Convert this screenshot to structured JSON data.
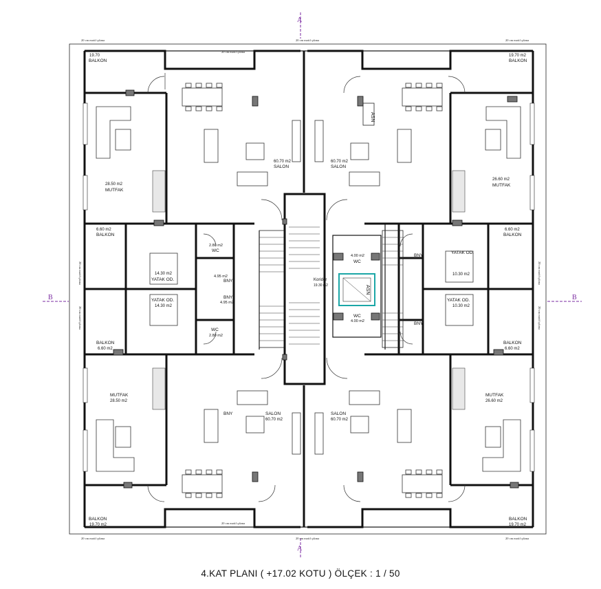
{
  "title": "4.KAT  PLANI ( +17.02 KOTU )  ÖLÇEK : 1 / 50",
  "section_markers": {
    "top": "A",
    "bottom": "A",
    "left": "B",
    "right": "B"
  },
  "edge_notes": {
    "motif": "20 cm motif çıkma"
  },
  "rooms": {
    "tl_balkon": {
      "area": "19.70",
      "name": "BALKON"
    },
    "tr_balkon": {
      "area": "19.70 m2",
      "name": "BALKON"
    },
    "bl_balkon": {
      "area": "19.70 m2",
      "name": "BALKON"
    },
    "br_balkon": {
      "area": "19.70 m2",
      "name": "BALKON"
    },
    "tl_mutfak": {
      "area": "28.50 m2",
      "name": "MUTFAK"
    },
    "tr_mutfak": {
      "area": "26.60 m2",
      "name": "MUTFAK"
    },
    "bl_mutfak": {
      "area": "28.50 m2",
      "name": "MUTFAK"
    },
    "br_mutfak": {
      "area": "26.60 m2",
      "name": "MUTFAK"
    },
    "tl_salon": {
      "area": "60.70 m2",
      "name": "SALON"
    },
    "tr_salon": {
      "area": "60.70 m2",
      "name": "SALON"
    },
    "bl_salon": {
      "area": "60.70 m2",
      "name": "SALON"
    },
    "br_salon": {
      "area": "60.70 m2",
      "name": "SALON"
    },
    "tl_smallbalkon": {
      "area": "6.60 m2",
      "name": "BALKON"
    },
    "tr_smallbalkon": {
      "area": "6.60 m2",
      "name": "BALKON"
    },
    "bl_smallbalkon": {
      "area": "6.60 m2",
      "name": "BALKON"
    },
    "br_smallbalkon": {
      "area": "6.60 m2",
      "name": "BALKON"
    },
    "tl_yatak": {
      "area": "14.30 m2",
      "name": "YATAK OD."
    },
    "bl_yatak": {
      "area": "14.30 m2",
      "name": "YATAK OD."
    },
    "tr_yatak": {
      "area": "10.30 m2",
      "name": "YATAK OD."
    },
    "br_yatak": {
      "area": "10.30 m2",
      "name": "YATAK OD."
    },
    "tl_bny": {
      "area": "4.95 m2",
      "name": "BNY"
    },
    "bl_bny": {
      "area": "4.95 m2",
      "name": "BNY"
    },
    "tr_bny": {
      "area": "",
      "name": "BNY"
    },
    "br_bny": {
      "area": "",
      "name": "BNY"
    },
    "bl_bny2": {
      "name": "BNY"
    },
    "tl_wc": {
      "area": "2.80 m2",
      "name": "WC"
    },
    "bl_wc": {
      "area": "2.80 m2",
      "name": "WC"
    },
    "tr_wc": {
      "area": "4.00 m2",
      "name": "WC"
    },
    "br_wc": {
      "area": "4.00 m2",
      "name": "WC"
    },
    "koridor": {
      "area": "19.30 m2",
      "name": "Koridor"
    },
    "asn": {
      "name": "ASN"
    }
  }
}
